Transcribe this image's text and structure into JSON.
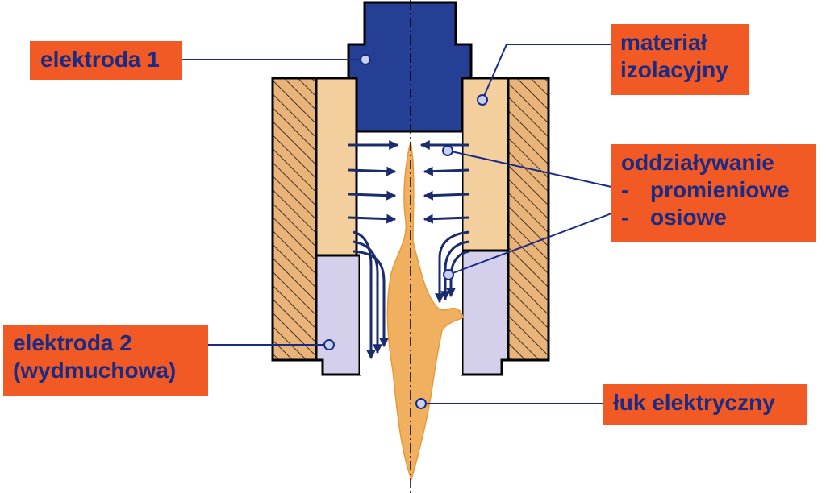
{
  "labels": {
    "electrode1": "elektroda 1",
    "insulator": [
      "materiał",
      "izolacyjny"
    ],
    "interaction": {
      "title": "oddziaływanie",
      "items": [
        "promieniowe",
        "osiowe"
      ],
      "bullet": "-"
    },
    "electrode2": [
      "elektroda 2",
      "(wydmuchowa)"
    ],
    "arc": "łuk elektryczny"
  },
  "colors": {
    "label_bg": "#f15a24",
    "label_text": "#1a2b86",
    "electrode1": "#243f93",
    "insulator": "#f3cf9e",
    "electrode2": "#d4cfea",
    "casing": "#e8b47a",
    "arc": "#f0b060",
    "arrows": "#1a2b6e",
    "leader": "#1a2b86"
  }
}
